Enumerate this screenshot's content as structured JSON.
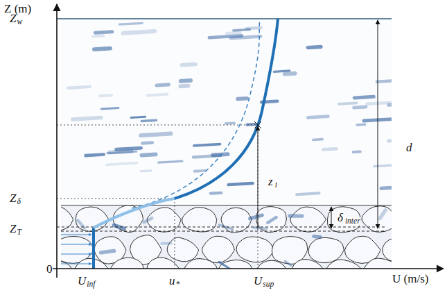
{
  "diagram": {
    "labels": [
      "Z (m)",
      "Z",
      "w",
      "Z",
      "δ",
      "Z",
      "T",
      "0",
      "U",
      "inf",
      "u",
      "*",
      "U",
      "sup",
      "U (m/s)",
      "z",
      "i",
      "d",
      "δ",
      "inter"
    ]
  }
}
